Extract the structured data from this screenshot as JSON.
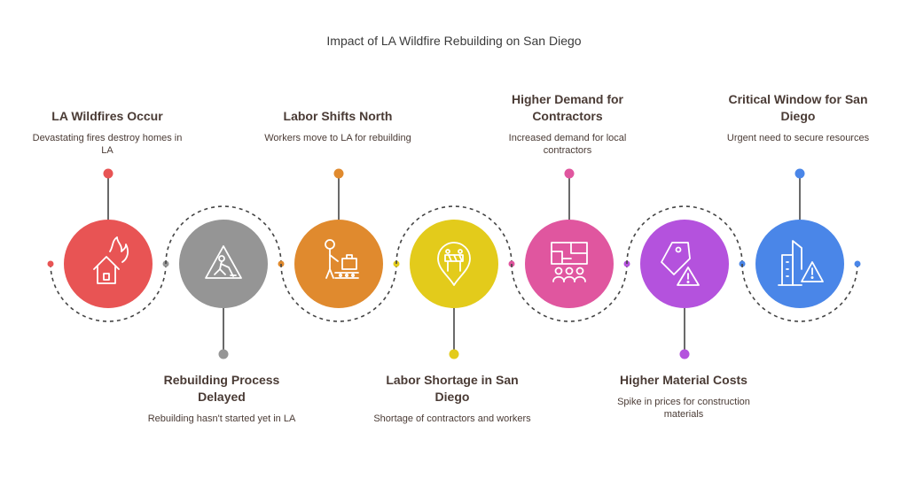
{
  "title": "Impact of LA Wildfire Rebuilding on San Diego",
  "steps": [
    {
      "title": "LA Wildfires Occur",
      "desc": "Devastating fires destroy homes in LA",
      "color": "#e85454",
      "icon": "burning-house-icon"
    },
    {
      "title": "Rebuilding Process Delayed",
      "desc": "Rebuilding hasn't started yet in LA",
      "color": "#959595",
      "icon": "construction-worker-sign-icon"
    },
    {
      "title": "Labor Shifts North",
      "desc": "Workers move to LA for rebuilding",
      "color": "#e08a2e",
      "icon": "worker-luggage-conveyor-icon"
    },
    {
      "title": "Labor Shortage in San Diego",
      "desc": "Shortage of contractors and workers",
      "color": "#e3cb1b",
      "icon": "location-roadblock-icon"
    },
    {
      "title": "Higher Demand for Contractors",
      "desc": "Increased demand for local contractors",
      "color": "#e0569f",
      "icon": "blueprint-people-icon"
    },
    {
      "title": "Higher Material Costs",
      "desc": "Spike in prices for construction materials",
      "color": "#b452dd",
      "icon": "price-tag-warning-icon"
    },
    {
      "title": "Critical Window for San Diego",
      "desc": "Urgent need to secure resources",
      "color": "#4a86e8",
      "icon": "buildings-warning-icon"
    }
  ]
}
